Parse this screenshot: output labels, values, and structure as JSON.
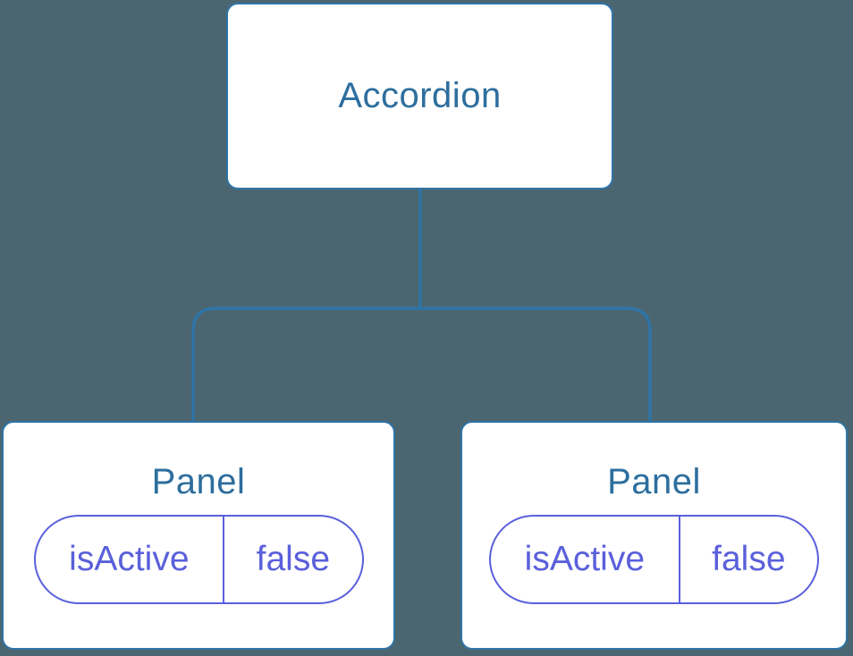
{
  "diagram": {
    "colors": {
      "background": "#4B6670",
      "line": "#2F74A6",
      "card-bg": "#FFFFFF",
      "title-text": "#2D6E9E",
      "pill": "#5A60DB"
    },
    "root": {
      "label": "Accordion"
    },
    "children": [
      {
        "label": "Panel",
        "state_key": "isActive",
        "state_value": "false"
      },
      {
        "label": "Panel",
        "state_key": "isActive",
        "state_value": "false"
      }
    ]
  }
}
